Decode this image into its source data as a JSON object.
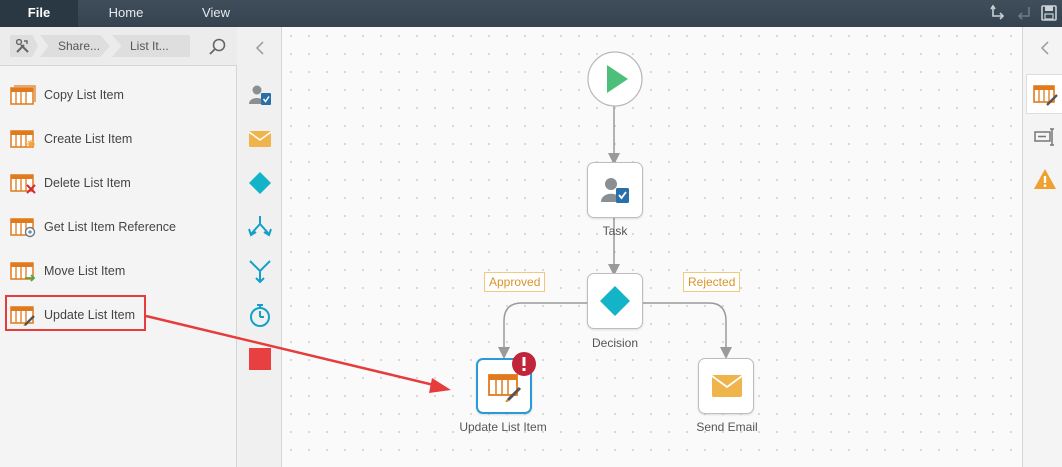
{
  "menu": {
    "file": "File",
    "home": "Home",
    "view": "View"
  },
  "breadcrumb": {
    "share": "Share...",
    "list": "List It..."
  },
  "toolbox": {
    "items": [
      {
        "label": "Copy List Item",
        "icon": "copy-list-item-icon"
      },
      {
        "label": "Create List Item",
        "icon": "create-list-item-icon"
      },
      {
        "label": "Delete List Item",
        "icon": "delete-list-item-icon"
      },
      {
        "label": "Get List Item Reference",
        "icon": "get-list-item-reference-icon"
      },
      {
        "label": "Move List Item",
        "icon": "move-list-item-icon"
      },
      {
        "label": "Update List Item",
        "icon": "update-list-item-icon"
      }
    ]
  },
  "workflow": {
    "task_label": "Task",
    "decision_label": "Decision",
    "approved_label": "Approved",
    "rejected_label": "Rejected",
    "update_label": "Update List Item",
    "email_label": "Send Email"
  },
  "colors": {
    "menubar": "#34434f",
    "accent_orange": "#e07a1c",
    "start_green": "#4cc07a",
    "decision_teal": "#14b4c8",
    "email_yellow": "#f0b44c",
    "stop_red": "#e84040",
    "highlight_red": "#e53c3c",
    "error_red": "#c0253a",
    "selected_blue": "#2a9ad8"
  }
}
